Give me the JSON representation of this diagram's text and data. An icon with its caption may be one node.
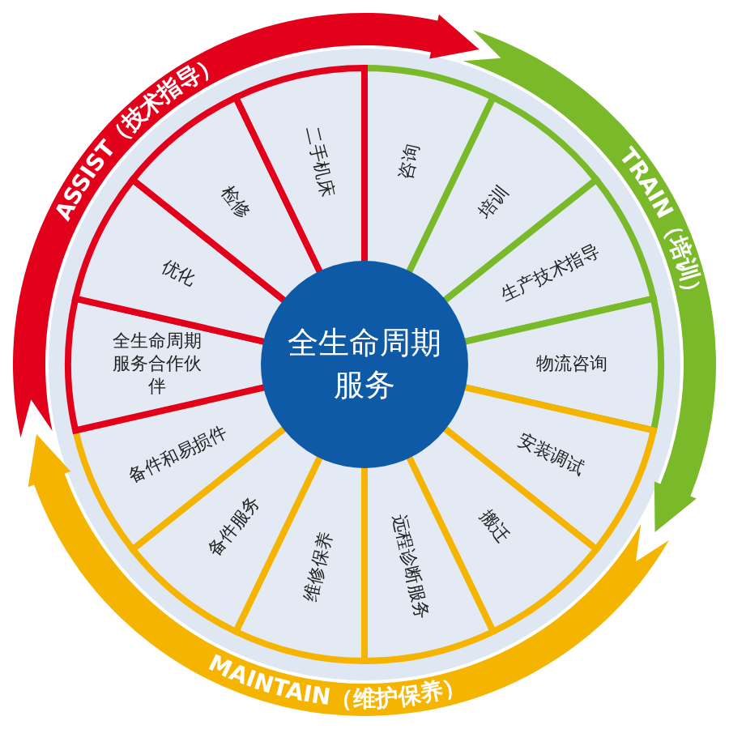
{
  "diagram": {
    "nodes": [
      {
        "text": [
          "全生命周期服务"
        ]
      },
      {
        "text": [
          "ASSIST（技术指导）"
        ]
      },
      {
        "text": [
          "TRAIN（培训）"
        ]
      },
      {
        "text": [
          "MAINTAIN（维护保养）"
        ]
      },
      {
        "text": [
          "咨询"
        ]
      },
      {
        "text": [
          "培训"
        ]
      },
      {
        "text": [
          "生产技术指导"
        ]
      },
      {
        "text": [
          "物流咨询"
        ]
      },
      {
        "text": [
          "安装调试"
        ]
      },
      {
        "text": [
          "搬迁"
        ]
      },
      {
        "text": [
          "远程诊断服务"
        ]
      },
      {
        "text": [
          "维修保养"
        ]
      },
      {
        "text": [
          "备件服务"
        ]
      },
      {
        "text": [
          "备件和易损件"
        ]
      },
      {
        "text": [
          "全生命周期服务合作伙伴"
        ]
      },
      {
        "text": [
          "优化"
        ]
      },
      {
        "text": [
          "检修"
        ]
      },
      {
        "text": [
          "二手机床"
        ]
      }
    ],
    "edges": []
  }
}
